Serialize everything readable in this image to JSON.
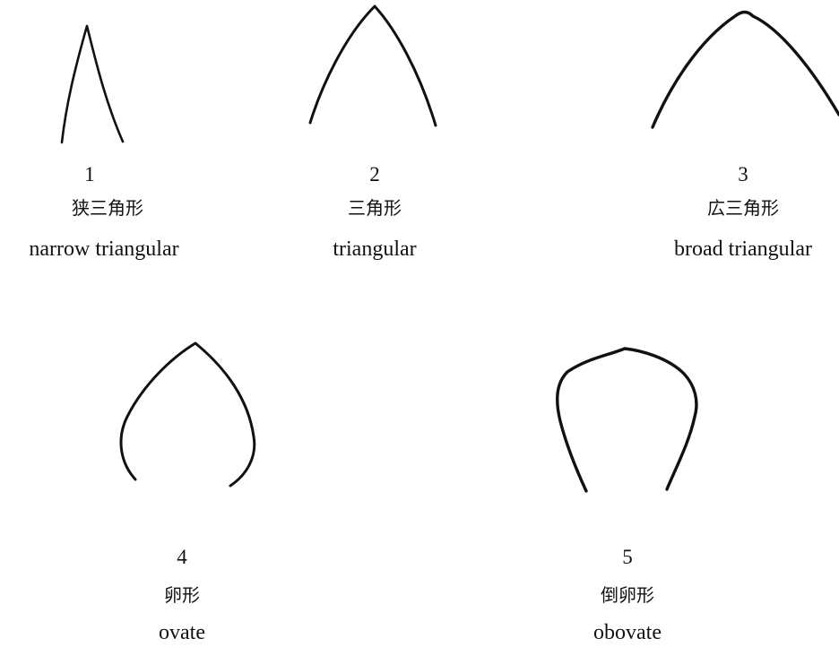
{
  "shapes": [
    {
      "number": "1",
      "jp": "狭三角形",
      "en": "narrow triangular"
    },
    {
      "number": "2",
      "jp": "三角形",
      "en": "triangular"
    },
    {
      "number": "3",
      "jp": "広三角形",
      "en": "broad triangular"
    },
    {
      "number": "4",
      "jp": "卵形",
      "en": "ovate"
    },
    {
      "number": "5",
      "jp": "倒卵形",
      "en": "obovate"
    }
  ]
}
